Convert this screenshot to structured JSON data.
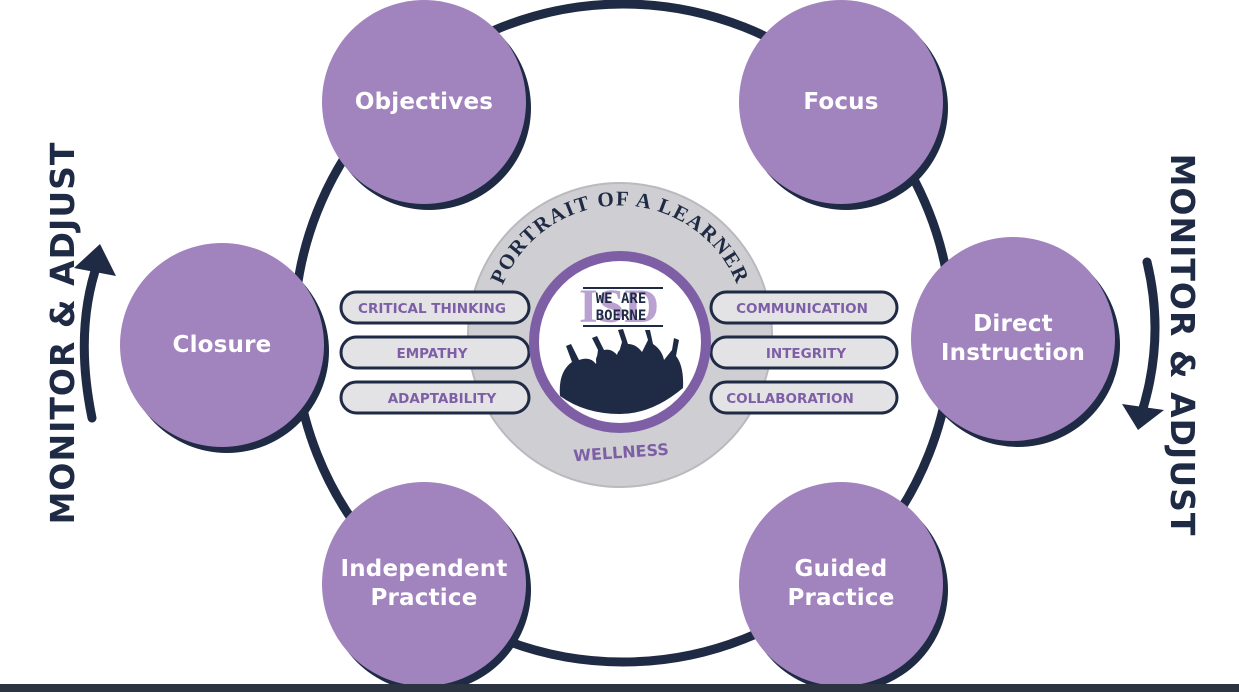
{
  "colors": {
    "node_fill": "#a183bd",
    "node_shadow": "#1f2a44",
    "ring": "#1f2a44",
    "navy": "#1f2a44",
    "emblem_gray": "#cfcfd3",
    "pill_fill": "#e3e3e6",
    "pill_text": "#7e5fa6",
    "accent_purple": "#7e5fa6"
  },
  "cycle": {
    "nodes": [
      {
        "id": "objectives",
        "label": "Objectives"
      },
      {
        "id": "focus",
        "label": "Focus"
      },
      {
        "id": "direct-instruction",
        "label": "Direct\nInstruction"
      },
      {
        "id": "guided-practice",
        "label": "Guided\nPractice"
      },
      {
        "id": "independent-practice",
        "label": "Independent\nPractice"
      },
      {
        "id": "closure",
        "label": "Closure"
      }
    ]
  },
  "monitor": {
    "left_label": "MONITOR & ADJUST",
    "right_label": "MONITOR & ADJUST"
  },
  "emblem": {
    "arc_title": "PORTRAIT OF A LEARNER",
    "logo_big": "ISD",
    "logo_line1": "WE ARE",
    "logo_line2": "BOERNE",
    "bottom_label": "WELLNESS",
    "left_traits": [
      "CRITICAL THINKING",
      "EMPATHY",
      "ADAPTABILITY"
    ],
    "right_traits": [
      "COMMUNICATION",
      "INTEGRITY",
      "COLLABORATION"
    ]
  }
}
